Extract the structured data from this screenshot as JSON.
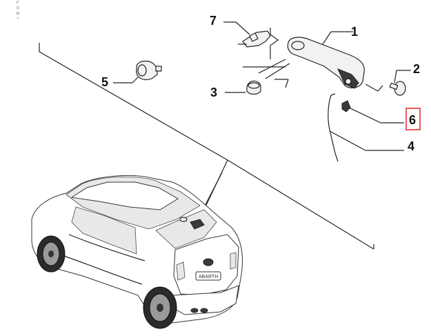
{
  "watermark": "⌕ ⊕ ⊖ ✎",
  "highlight_color": "#e8202a",
  "callouts": [
    {
      "id": "1",
      "text": "1"
    },
    {
      "id": "2",
      "text": "2"
    },
    {
      "id": "3",
      "text": "3"
    },
    {
      "id": "4",
      "text": "4"
    },
    {
      "id": "5",
      "text": "5"
    },
    {
      "id": "6",
      "text": "6"
    },
    {
      "id": "7",
      "text": "7"
    }
  ],
  "car_badge": "ABARTH"
}
